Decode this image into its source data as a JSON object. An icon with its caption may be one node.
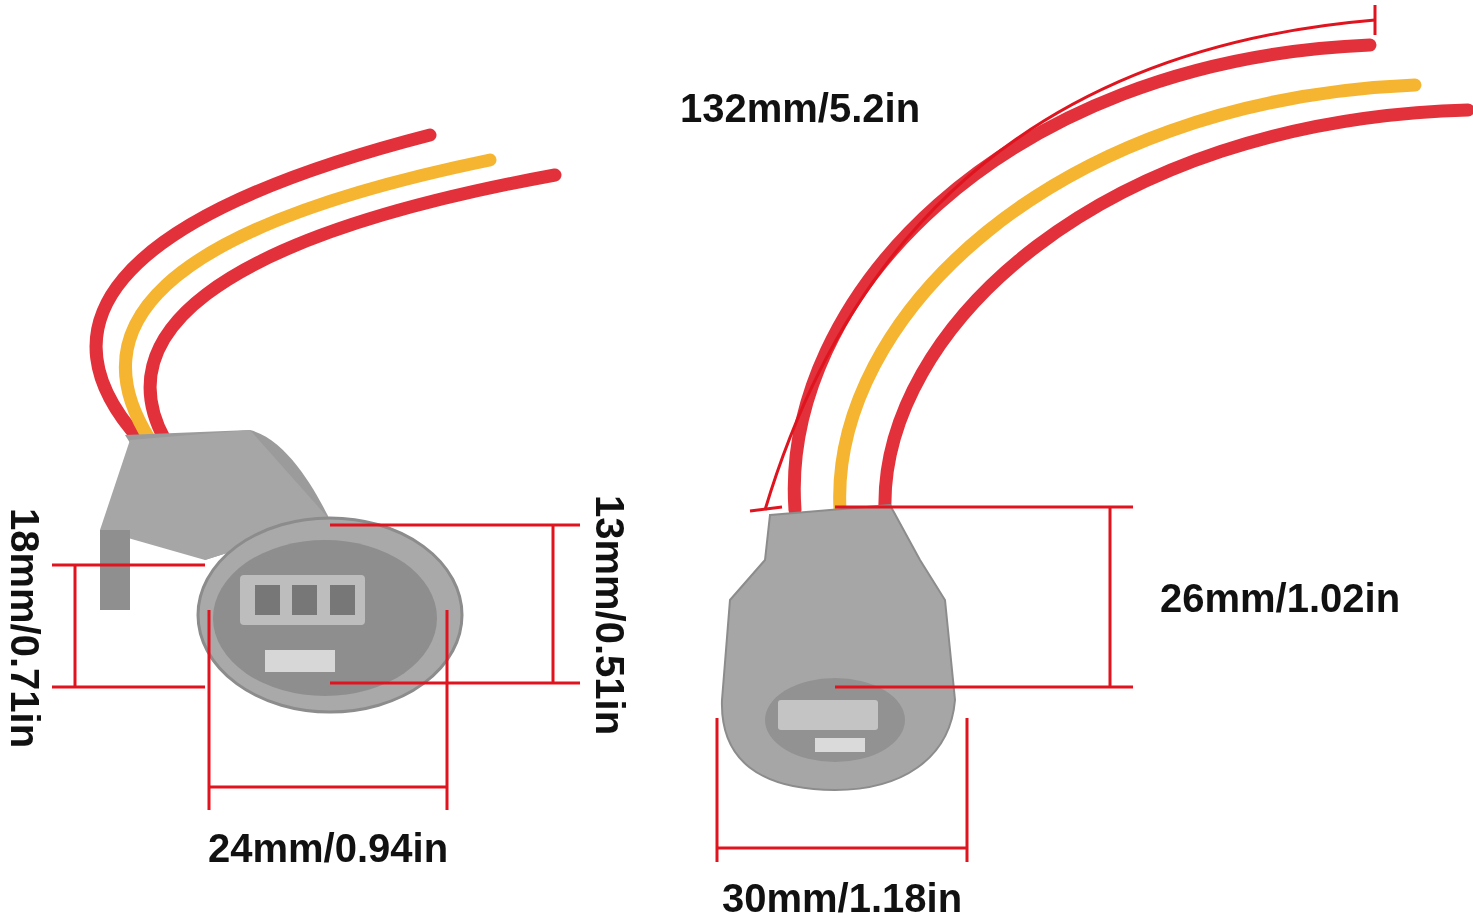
{
  "diagram": {
    "labels": [
      "132mm/5.2in",
      "18mm/0.71in",
      "13mm/0.51in",
      "26mm/1.02in",
      "24mm/0.94in",
      "30mm/1.18in"
    ]
  }
}
